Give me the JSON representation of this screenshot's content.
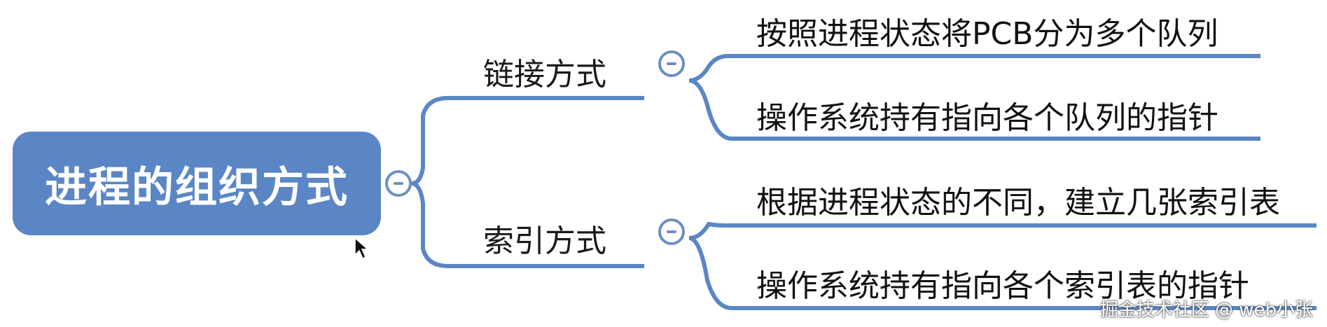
{
  "root": {
    "label": "进程的组织方式"
  },
  "branches": [
    {
      "label": "链接方式",
      "leaves": [
        "按照进程状态将PCB分为多个队列",
        "操作系统持有指向各个队列的指针"
      ]
    },
    {
      "label": "索引方式",
      "leaves": [
        "根据进程状态的不同，建立几张索引表",
        "操作系统持有指向各个索引表的指针"
      ]
    }
  ],
  "watermark": "掘金技术社区 @ web小张",
  "colors": {
    "root_fill": "#5b86c5",
    "line": "#5b86c5",
    "collapse_icon": "#6b8fc4"
  },
  "icons": [
    "collapse-icon",
    "mouse-cursor-icon"
  ]
}
